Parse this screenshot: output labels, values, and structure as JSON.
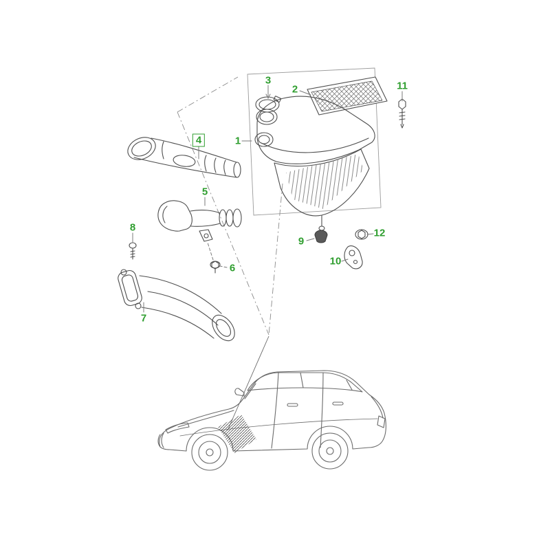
{
  "colors": {
    "callout_green": "#2f9e2f",
    "line_gray": "#4d4d4d",
    "phantom_gray": "#777777"
  },
  "callouts": [
    {
      "label": "1",
      "boxed": false
    },
    {
      "label": "2",
      "boxed": false
    },
    {
      "label": "3",
      "boxed": false
    },
    {
      "label": "4",
      "boxed": true
    },
    {
      "label": "5",
      "boxed": false
    },
    {
      "label": "6",
      "boxed": false
    },
    {
      "label": "7",
      "boxed": false
    },
    {
      "label": "8",
      "boxed": false
    },
    {
      "label": "9",
      "boxed": false
    },
    {
      "label": "10",
      "boxed": false
    },
    {
      "label": "11",
      "boxed": false
    },
    {
      "label": "12",
      "boxed": false
    }
  ]
}
